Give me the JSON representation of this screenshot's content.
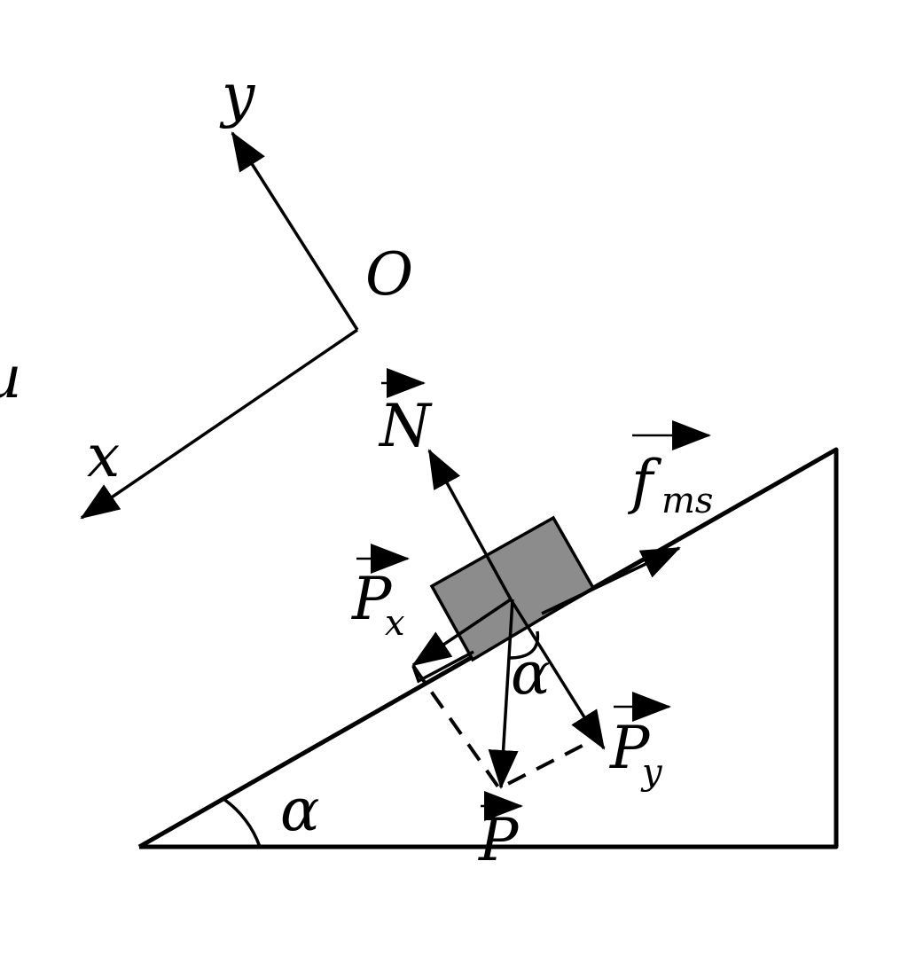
{
  "labels": {
    "y_axis": "y",
    "x_axis": "x",
    "origin": "O",
    "edge_fragment": "u",
    "normal": "N",
    "friction_main": "f",
    "friction_sub": "ms",
    "px_main": "P",
    "px_sub": "x",
    "py_main": "P",
    "py_sub": "y",
    "weight": "P",
    "angle_block": "α",
    "angle_base": "α"
  },
  "colors": {
    "line": "#000000",
    "block_fill": "#8c8c8c",
    "background": "#ffffff"
  }
}
